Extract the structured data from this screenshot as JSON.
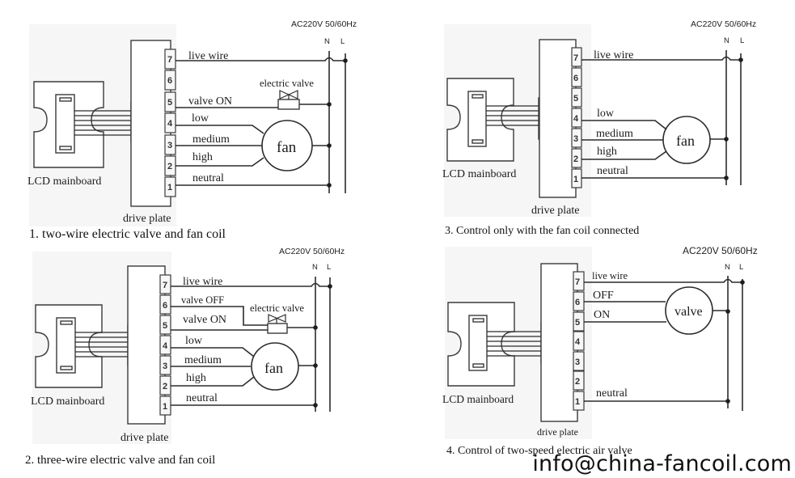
{
  "watermark": "info@china-fancoil.com",
  "common": {
    "power_label": "AC220V 50/60Hz",
    "neutral_label": "N",
    "live_label": "L",
    "lcd_label": "LCD mainboard",
    "drive_label": "drive plate",
    "pins": [
      "7",
      "6",
      "5",
      "4",
      "3",
      "2",
      "1"
    ]
  },
  "diagrams": [
    {
      "id": "d1",
      "caption": "1. two-wire electric valve and fan coil",
      "wires": {
        "7": "live wire",
        "5": "valve ON",
        "4": "low",
        "3": "medium",
        "2": "high",
        "1": "neutral"
      },
      "valve_label": "electric valve",
      "load_label": "fan"
    },
    {
      "id": "d2",
      "caption": "2. three-wire electric valve and fan coil",
      "wires": {
        "7": "live wire",
        "6": "valve OFF",
        "5": "valve ON",
        "4": "low",
        "3": "medium",
        "2": "high",
        "1": "neutral"
      },
      "valve_label": "electric valve",
      "load_label": "fan"
    },
    {
      "id": "d3",
      "caption": "3. Control only with the fan coil connected",
      "wires": {
        "7": "live wire",
        "4": "low",
        "3": "medium",
        "2": "high",
        "1": "neutral"
      },
      "load_label": "fan"
    },
    {
      "id": "d4",
      "caption": "4. Control of two-speed electric air valve",
      "wires": {
        "7": "live wire",
        "6": "OFF",
        "5": "ON",
        "1": "neutral"
      },
      "load_label": "valve"
    }
  ]
}
